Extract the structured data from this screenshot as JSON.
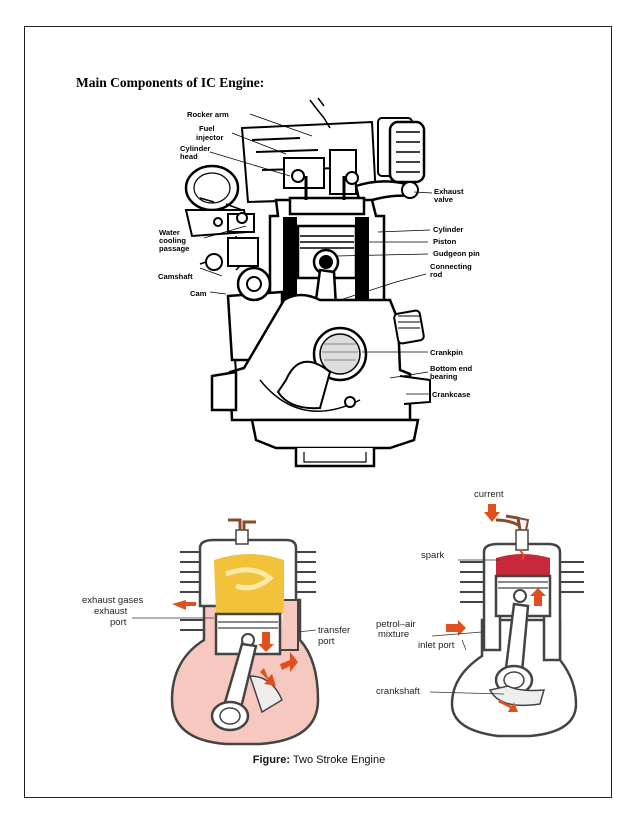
{
  "heading": "Main Components  of IC Engine:",
  "engine_labels": {
    "rocker_arm": "Rocker arm",
    "fuel_injector_1": "Fuel",
    "fuel_injector_2": "injector",
    "cylinder_head_1": "Cylinder",
    "cylinder_head_2": "head",
    "exhaust_valve_1": "Exhaust",
    "exhaust_valve_2": "valve",
    "water_cooling_1": "Water",
    "water_cooling_2": "cooling",
    "water_cooling_3": "passage",
    "cylinder": "Cylinder",
    "piston": "Piston",
    "gudgeon_pin": "Gudgeon pin",
    "connecting_rod_1": "Connecting",
    "connecting_rod_2": "rod",
    "camshaft": "Camshaft",
    "cam": "Cam",
    "crankpin": "Crankpin",
    "bottom_end_1": "Bottom end",
    "bottom_end_2": "bearing",
    "crankcase": "Crankcase"
  },
  "two_stroke_labels": {
    "exhaust_gases": "exhaust gases",
    "exhaust_port_1": "exhaust",
    "exhaust_port_2": "port",
    "transfer_port_1": "transfer",
    "transfer_port_2": "port",
    "current": "current",
    "spark": "spark",
    "petrol_air_1": "petrol–air",
    "petrol_air_2": "mixture",
    "inlet_port": "inlet port",
    "crankshaft": "crankshaft"
  },
  "caption": {
    "prefix": "Figure:",
    "text": " Two Stroke Engine"
  },
  "colors": {
    "charge_yellow": "#f2c23a",
    "mixture_pink": "#f6c8c0",
    "arrow_orange": "#e0501e",
    "combustion_red": "#c8283c"
  }
}
